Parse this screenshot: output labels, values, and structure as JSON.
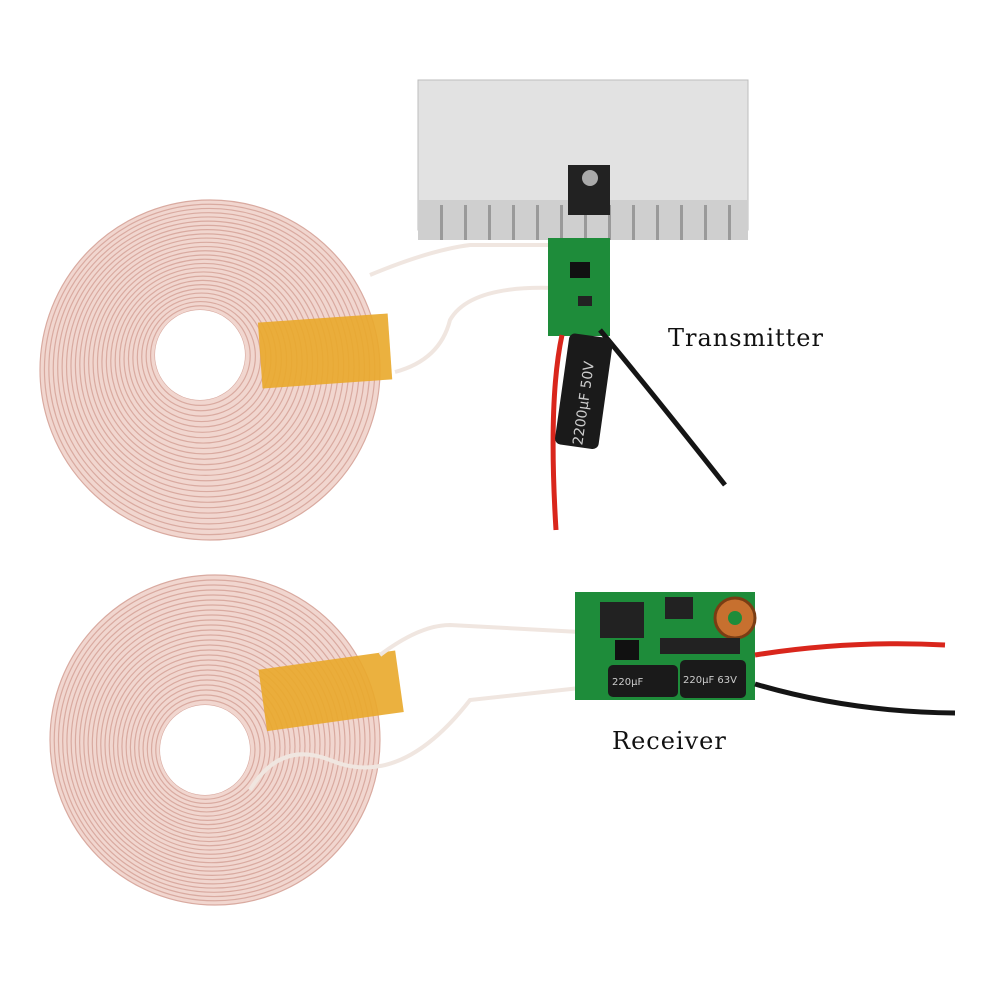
{
  "labels": {
    "transmitter": "Transmitter",
    "receiver": "Receiver"
  },
  "components": {
    "transmitter_capacitor": "2200µF 50V",
    "receiver_capacitor_1": "220µF 63V",
    "receiver_capacitor_2": "220µF"
  },
  "colors": {
    "coil": "#e8c4bc",
    "tape": "#e9a92a",
    "pcb": "#1e8c3a",
    "heatsink": "#dcdcdc",
    "red_wire": "#d9261c",
    "black_wire": "#151515"
  }
}
